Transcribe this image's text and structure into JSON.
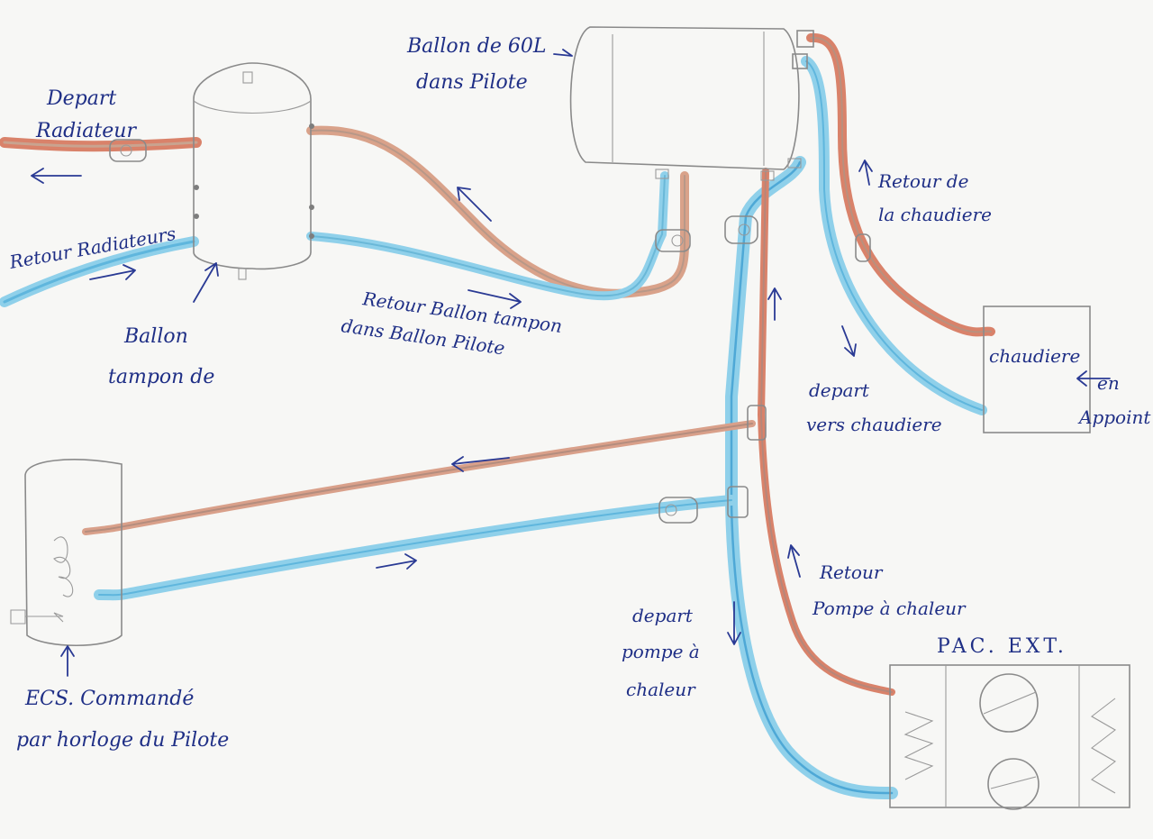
{
  "labels": {
    "depart_radiateur": [
      "Depart",
      "Radiateur"
    ],
    "retour_radiateurs": "Retour Radiateurs",
    "ballon_tampon": [
      "Ballon",
      "tampon de"
    ],
    "ballon_pilote": [
      "Ballon de 60L",
      "dans Pilote"
    ],
    "retour_ballon_tampon": [
      "Retour Ballon tampon",
      "dans Ballon Pilote"
    ],
    "retour_chaudiere": [
      "Retour de",
      "la chaudiere"
    ],
    "chaudiere": "chaudiere",
    "en_appoint": [
      "en",
      "Appoint"
    ],
    "depart_vers_chaudiere": [
      "depart",
      "vers chaudiere"
    ],
    "retour_pac": [
      "Retour",
      "Pompe à chaleur"
    ],
    "depart_pac": [
      "depart",
      "pompe à",
      "chaleur"
    ],
    "pac_ext": "PAC. EXT.",
    "ecs": [
      "ECS. Commandé",
      "par horloge du Pilote"
    ]
  },
  "colors": {
    "hot_pipe": "#d9826a",
    "hot_pipe_core": "#c9a38f",
    "cold_pipe": "#8fd0ea",
    "cold_pipe_core": "#5fb6dd",
    "ink": "#1f2f86",
    "pencil": "#8a8a8a"
  }
}
